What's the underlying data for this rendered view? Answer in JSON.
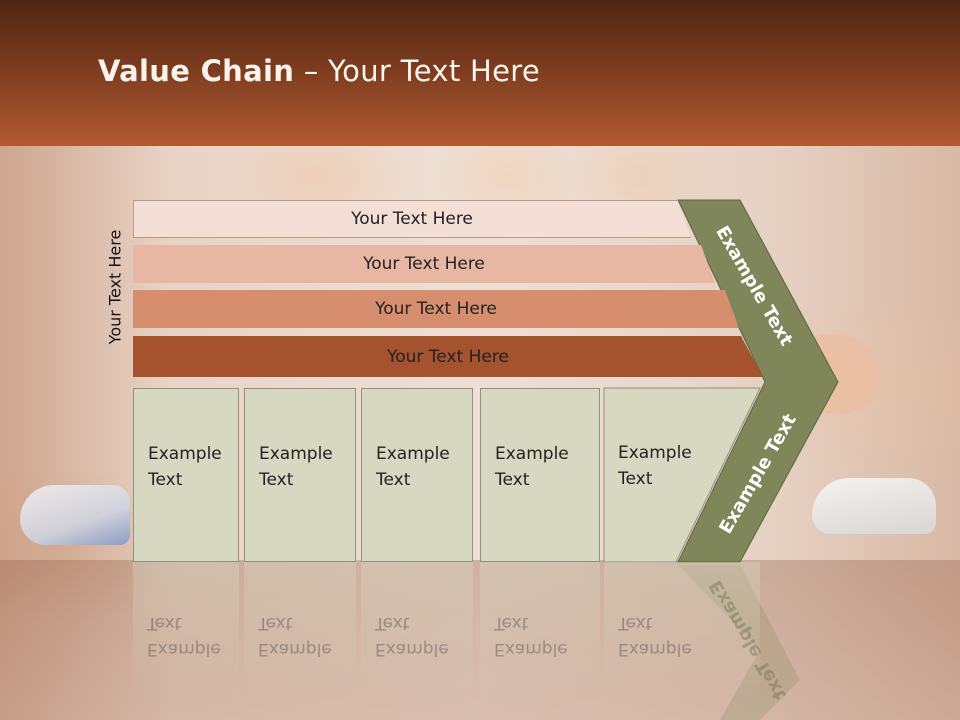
{
  "slide": {
    "title_bold": "Value Chain",
    "title_rest": " – Your Text Here",
    "side_label": "Your Text Here"
  },
  "support_activities": [
    {
      "label": "Your Text Here",
      "color": "#f4dfd6"
    },
    {
      "label": "Your Text Here",
      "color": "#e8b7a3"
    },
    {
      "label": "Your Text Here",
      "color": "#d78e6e"
    },
    {
      "label": "Your Text Here",
      "color": "#a5522f"
    }
  ],
  "primary_activities": [
    {
      "line1": "Example",
      "line2": "Text"
    },
    {
      "line1": "Example",
      "line2": "Text"
    },
    {
      "line1": "Example",
      "line2": "Text"
    },
    {
      "line1": "Example",
      "line2": "Text"
    },
    {
      "line1": "Example",
      "line2": "Text"
    }
  ],
  "margin": {
    "top_label": "Example Text",
    "bottom_label": "Example Text",
    "color": "#7f8659"
  },
  "colors": {
    "header_dark": "#4e2614",
    "header_light": "#b25a30",
    "primary_box": "#d7d8c2"
  }
}
